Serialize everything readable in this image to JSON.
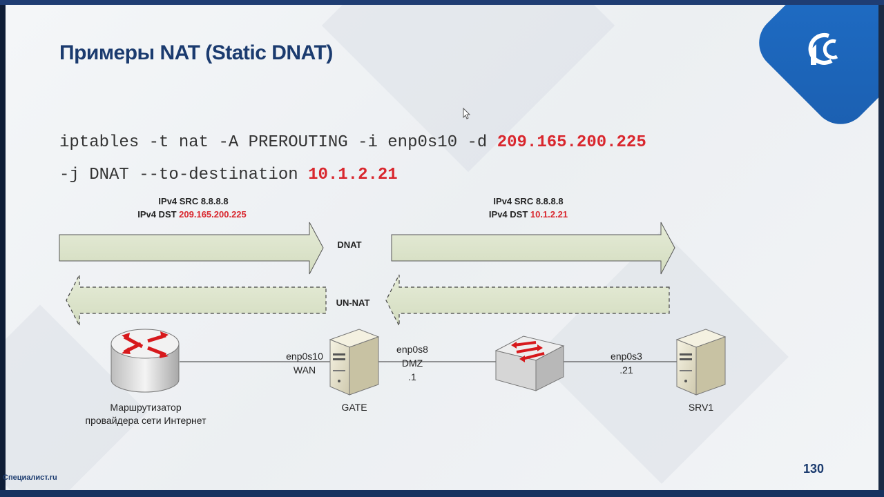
{
  "slide": {
    "title": "Примеры NAT (Static DNAT)",
    "page_number": "130",
    "brand": "Специалист.ru"
  },
  "command": {
    "line1_prefix": "iptables -t nat -A PREROUTING -i enp0s10 -d ",
    "line1_highlight": "209.165.200.225",
    "line2_prefix": "-j DNAT --to-destination ",
    "line2_highlight": "10.1.2.21"
  },
  "packets": {
    "left": {
      "src": "IPv4 SRC 8.8.8.8",
      "dst_label": "IPv4 DST ",
      "dst_value": "209.165.200.225"
    },
    "right": {
      "src": "IPv4 SRC 8.8.8.8",
      "dst_label": "IPv4 DST ",
      "dst_value": "10.1.2.21"
    }
  },
  "flows": {
    "forward": "DNAT",
    "reverse": "UN-NAT"
  },
  "devices": {
    "router": {
      "line1": "Маршрутизатор",
      "line2": "провайдера сети Интернет"
    },
    "gate": {
      "label": "GATE",
      "wan_if": "enp0s10",
      "wan_name": "WAN",
      "dmz_if": "enp0s8",
      "dmz_name": "DMZ",
      "dmz_addr": ".1"
    },
    "srv": {
      "label": "SRV1",
      "if": "enp0s3",
      "addr": ".21"
    }
  },
  "colors": {
    "title": "#1b3b6f",
    "highlight": "#d9272e",
    "arrow_fill": "#dfe6cf",
    "logo": "#1f6fc9"
  }
}
